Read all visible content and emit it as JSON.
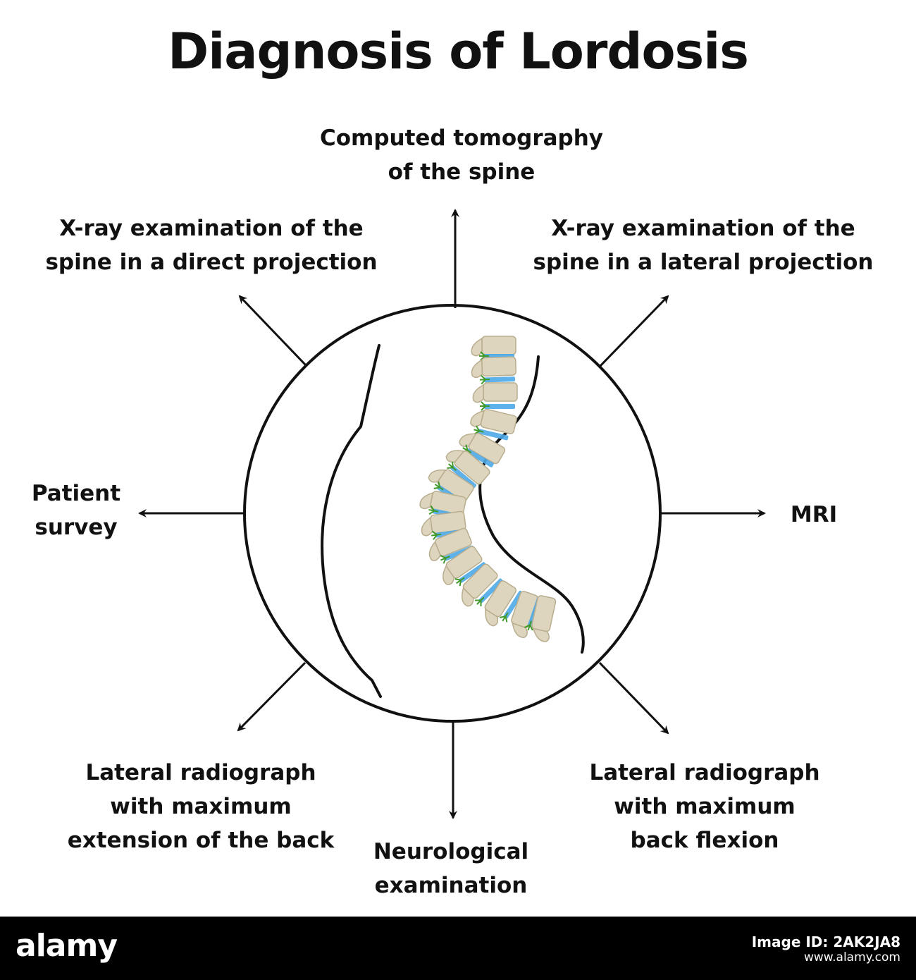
{
  "title": "Diagnosis of Lordosis",
  "labels": {
    "top": [
      "Computed tomography",
      "of the spine"
    ],
    "top_left": [
      "X-ray examination of the",
      "spine in a direct projection"
    ],
    "top_right": [
      "X-ray examination of the",
      "spine in a lateral projection"
    ],
    "left": [
      "Patient",
      "survey"
    ],
    "right": [
      "MRI"
    ],
    "bottom_left": [
      "Lateral radiograph",
      "with maximum",
      "extension of the back"
    ],
    "bottom": [
      "Neurological",
      "examination"
    ],
    "bottom_right": [
      "Lateral radiograph",
      "with maximum",
      "back flexion"
    ]
  },
  "footer": {
    "brand": "alamy",
    "image_id": "Image ID: 2AK2JA8",
    "url": "www.alamy.com"
  },
  "colors": {
    "vertebra": "#ddd5bd",
    "disc": "#4ea8e8",
    "nerve": "#3f9a2a",
    "line": "#111111"
  }
}
